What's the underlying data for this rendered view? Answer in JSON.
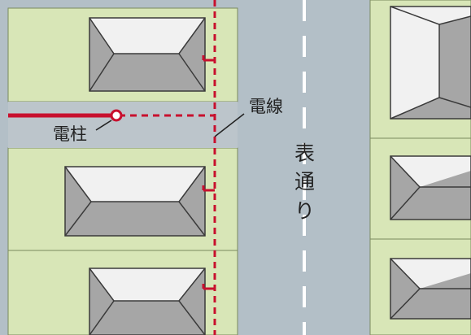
{
  "colors": {
    "lot": "#d8e6b7",
    "lot_border": "#7a8a5e",
    "road": "#b3bfc7",
    "alley": "#bcc5cb",
    "center_line": "#ffffff",
    "wire": "#c8102e",
    "pole": "#ffffff",
    "roof_light": "#f1f1f1",
    "roof_dark": "#a6a6a6",
    "roof_stroke": "#3a3a3a",
    "text": "#222222"
  },
  "labels": {
    "pole": "電柱",
    "wire": "電線",
    "street_chars": [
      "表",
      "通",
      "り"
    ]
  }
}
